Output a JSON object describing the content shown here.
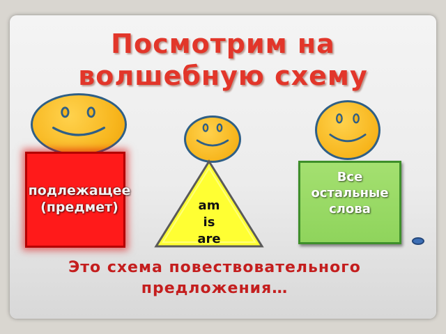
{
  "title": {
    "line1": "Посмотрим на",
    "line2": "волшебную схему"
  },
  "subject_box": {
    "line1": "подлежащее",
    "line2": "(предмет)",
    "color": "#ff1a1a"
  },
  "verb_triangle": {
    "words": [
      "am",
      "is",
      "are"
    ],
    "color": "#ffff33"
  },
  "rest_box": {
    "line1": "Все",
    "line2": "остальные",
    "line3": "слова",
    "color": "#8fd45c"
  },
  "footer": {
    "line1": "Это схема повествовательного",
    "line2": "предложения…"
  },
  "colors": {
    "title": "#e2362a",
    "face": "#f7b51c",
    "outline": "#2f5f86"
  }
}
